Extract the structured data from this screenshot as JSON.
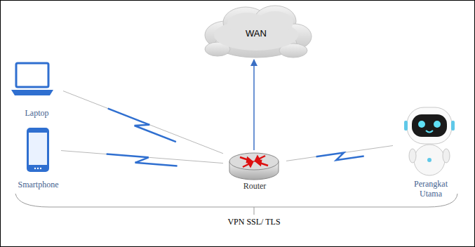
{
  "diagram": {
    "nodes": [
      {
        "text": [
          "WAN"
        ]
      },
      {
        "text": [
          "Laptop"
        ]
      },
      {
        "text": [
          "Smartphone"
        ]
      },
      {
        "text": [
          "Router"
        ]
      },
      {
        "text": [
          "Perangkat Utama"
        ]
      }
    ],
    "edges": [
      {
        "from": 1,
        "to": 3,
        "arrow": "none"
      },
      {
        "from": 2,
        "to": 3,
        "arrow": "none"
      },
      {
        "from": 3,
        "to": 4,
        "arrow": "none"
      },
      {
        "from": 3,
        "to": 0,
        "arrow": "to"
      }
    ],
    "labels": [
      "VPN SSL/ TLS"
    ]
  }
}
